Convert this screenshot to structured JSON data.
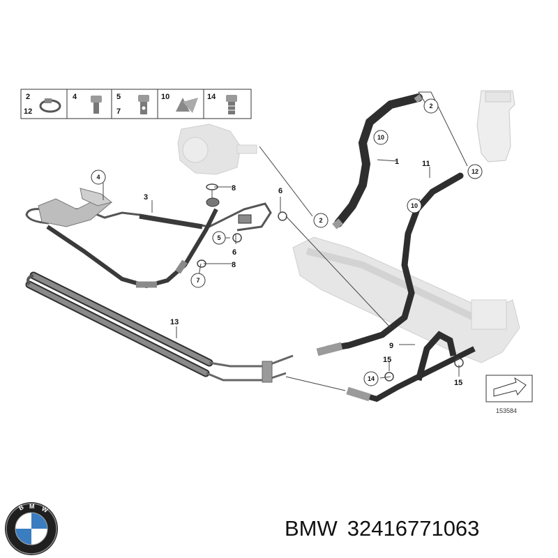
{
  "legend": [
    {
      "numbers": [
        "2",
        "12"
      ],
      "icon": "hose-clamp-icon"
    },
    {
      "numbers": [
        "4"
      ],
      "icon": "bolt-icon"
    },
    {
      "numbers": [
        "5",
        "7"
      ],
      "icon": "banjo-bolt-icon"
    },
    {
      "numbers": [
        "10"
      ],
      "icon": "hose-clip-icon"
    },
    {
      "numbers": [
        "14"
      ],
      "icon": "hollow-bolt-icon"
    }
  ],
  "callouts": {
    "c1": "1",
    "c2a": "2",
    "c2b": "2",
    "c3": "3",
    "c4": "4",
    "c5": "5",
    "c6a": "6",
    "c6b": "6",
    "c7": "7",
    "c8a": "8",
    "c8b": "8",
    "c9": "9",
    "c10a": "10",
    "c10b": "10",
    "c11": "11",
    "c12": "12",
    "c13": "13",
    "c14": "14",
    "c15a": "15",
    "c15b": "15"
  },
  "diagram_ref": "153584",
  "brand": "BMW",
  "part_number": "32416771063",
  "colors": {
    "hose": "#3a3a3a",
    "line": "#555555",
    "component": "#d4d4d4"
  }
}
